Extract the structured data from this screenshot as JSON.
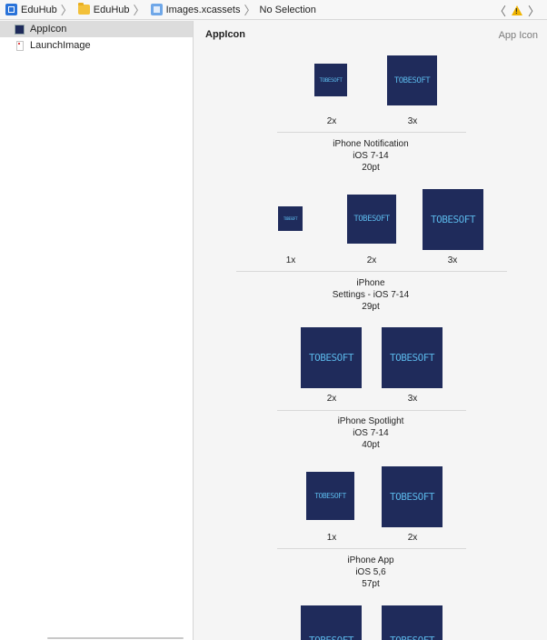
{
  "breadcrumb": {
    "items": [
      {
        "label": "EduHub",
        "icon": "project-icon"
      },
      {
        "label": "EduHub",
        "icon": "folder-icon"
      },
      {
        "label": "Images.xcassets",
        "icon": "asset-catalog-icon"
      },
      {
        "label": "No Selection"
      }
    ]
  },
  "sidebar": {
    "items": [
      {
        "label": "AppIcon",
        "selected": true
      },
      {
        "label": "LaunchImage",
        "selected": false
      }
    ]
  },
  "main": {
    "title": "AppIcon",
    "kind_label": "App Icon",
    "icon_text": "TOBESOFT",
    "icon_bg": "#1f2b5b",
    "icon_fg": "#5ab6e8",
    "groups": [
      {
        "scales": [
          "2x",
          "3x"
        ],
        "label_lines": []
      },
      {
        "scales": [
          "1x",
          "2x",
          "3x"
        ],
        "label_lines": [
          "iPhone Notification",
          "iOS 7-14",
          "20pt"
        ]
      },
      {
        "scales": [
          "2x",
          "3x"
        ],
        "label_lines": [
          "iPhone",
          "Settings - iOS 7-14",
          "29pt"
        ]
      },
      {
        "scales": [
          "1x",
          "2x"
        ],
        "label_lines": [
          "iPhone Spotlight",
          "iOS 7-14",
          "40pt"
        ]
      },
      {
        "scales": [],
        "label_lines": [
          "iPhone App",
          "iOS 5,6",
          "57pt"
        ]
      }
    ]
  }
}
